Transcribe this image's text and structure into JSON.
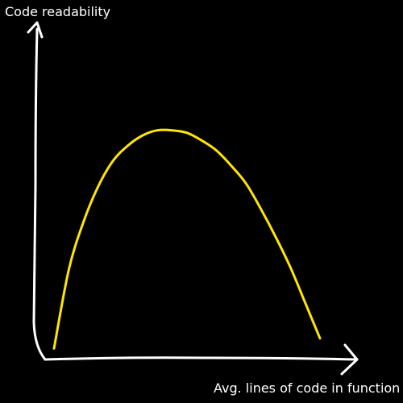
{
  "chart_data": {
    "type": "line",
    "title": "",
    "xlabel": "Avg. lines of code in function",
    "ylabel": "Code readability",
    "ticks": false,
    "grid": false,
    "legend": "none",
    "xlim": [
      0,
      10
    ],
    "ylim": [
      0,
      10
    ],
    "series": [
      {
        "color": "#ffe600",
        "x": [
          0.0,
          0.5,
          1.0,
          1.5,
          2.0,
          2.5,
          3.0,
          3.5,
          4.0,
          4.5,
          5.0,
          5.5,
          6.0,
          6.5,
          7.0,
          7.5,
          8.0,
          8.5,
          9.0
        ],
        "y": [
          0.4,
          3.5,
          5.4,
          6.8,
          7.8,
          8.4,
          8.8,
          9.0,
          9.0,
          8.9,
          8.6,
          8.2,
          7.6,
          6.9,
          5.9,
          4.8,
          3.6,
          2.2,
          0.8
        ]
      }
    ]
  },
  "colors": {
    "background": "#000000",
    "axes": "#ffffff",
    "curve": "#ffe600",
    "text": "#ffffff"
  }
}
